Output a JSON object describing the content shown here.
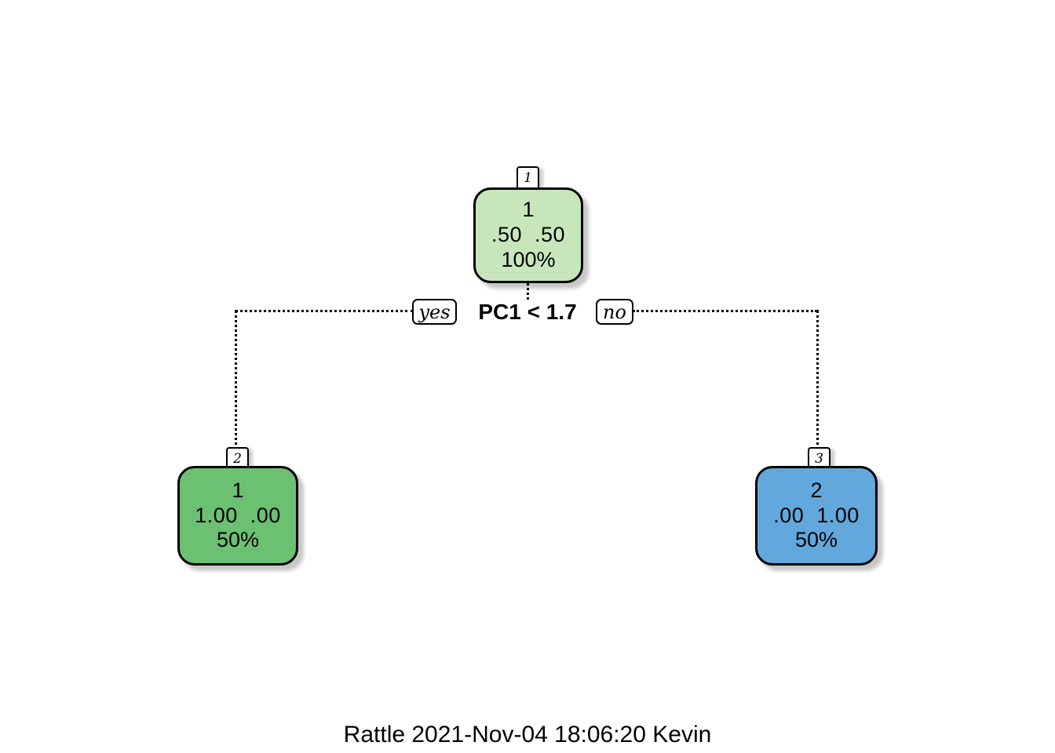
{
  "chart_data": {
    "type": "diagram",
    "diagram_kind": "decision-tree",
    "title": "",
    "caption": "Rattle 2021-Nov-04 18:06:20 Kevin",
    "split": {
      "label": "PC1 < 1.7",
      "variable": "PC1",
      "operator": "<",
      "threshold": "1.7",
      "yes_label": "yes",
      "no_label": "no"
    },
    "nodes": [
      {
        "id": "1",
        "tab_number": "1",
        "predicted_class": "1",
        "probabilities": ".50  .50",
        "prob_values": [
          0.5,
          0.5
        ],
        "percent": "100%",
        "percent_value": 100,
        "fill_color": "#C8E6BC",
        "role": "root"
      },
      {
        "id": "2",
        "tab_number": "2",
        "predicted_class": "1",
        "probabilities": "1.00  .00",
        "prob_values": [
          1.0,
          0.0
        ],
        "percent": "50%",
        "percent_value": 50,
        "fill_color": "#6CC071",
        "role": "leaf-yes"
      },
      {
        "id": "3",
        "tab_number": "3",
        "predicted_class": "2",
        "probabilities": ".00  1.00",
        "prob_values": [
          0.0,
          1.0
        ],
        "percent": "50%",
        "percent_value": 50,
        "fill_color": "#62A8DC",
        "role": "leaf-no"
      }
    ],
    "edges": [
      {
        "from": "1",
        "to": "2",
        "label": "yes"
      },
      {
        "from": "1",
        "to": "3",
        "label": "no"
      }
    ],
    "colors": {
      "background": "#FFFFFF",
      "stroke": "#000000",
      "root_fill": "#C8E6BC",
      "leaf_class1_fill": "#6CC071",
      "leaf_class2_fill": "#62A8DC"
    }
  }
}
